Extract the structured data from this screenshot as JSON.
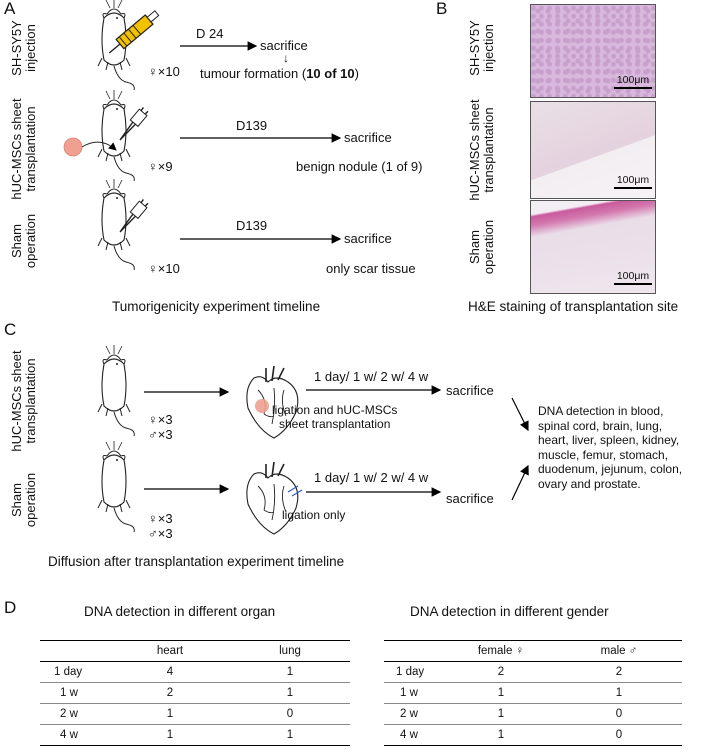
{
  "panels": {
    "a": "A",
    "b": "B",
    "c": "C",
    "d": "D"
  },
  "panel_a": {
    "groups": [
      {
        "label_line1": "SH-SY5Y",
        "label_line2": "injection",
        "day": "D 24",
        "endpoint": "sacrifice",
        "n": "♀×10",
        "outcome_pre": "tumour formation (",
        "outcome_bold": "10 of 10",
        "outcome_post": ")"
      },
      {
        "label_line1": "hUC-MSCs sheet",
        "label_line2": "transplantation",
        "day": "D139",
        "endpoint": "sacrifice",
        "n": "♀×9",
        "outcome": "benign nodule (1 of 9)"
      },
      {
        "label_line1": "Sham",
        "label_line2": "operation",
        "day": "D139",
        "endpoint": "sacrifice",
        "n": "♀×10",
        "outcome": "only scar tissue"
      }
    ],
    "arrow_down": "↓",
    "caption": "Tumorigenicity experiment timeline"
  },
  "panel_b": {
    "rows": [
      {
        "label_line1": "SH-SY5Y",
        "label_line2": "injection",
        "scale": "100μm"
      },
      {
        "label_line1": "hUC-MSCs sheet",
        "label_line2": "transplantation",
        "scale": "100μm"
      },
      {
        "label_line1": "Sham",
        "label_line2": "operation",
        "scale": "100μm"
      }
    ],
    "caption": "H&E staining of transplantation site"
  },
  "panel_c": {
    "groups": [
      {
        "label_line1": "hUC-MSCs sheet",
        "label_line2": "transplantation",
        "female": "♀×3",
        "male": "♂×3",
        "procedure_line1": "ligation and hUC-MSCs",
        "procedure_line2": "sheet transplantation",
        "timepoints": "1 day/ 1 w/ 2 w/ 4 w",
        "endpoint": "sacrifice"
      },
      {
        "label_line1": "Sham",
        "label_line2": "operation",
        "female": "♀×3",
        "male": "♂×3",
        "procedure_line1": "ligation only",
        "timepoints": "1 day/ 1 w/ 2 w/ 4 w",
        "endpoint": "sacrifice"
      }
    ],
    "detection_lines": [
      "DNA detection in blood,",
      "spinal cord, brain, lung,",
      "heart, liver, spleen, kidney,",
      "muscle, femur, stomach,",
      "duodenum, jejunum, colon,",
      "ovary and prostate."
    ],
    "caption": "Diffusion after transplantation experiment timeline"
  },
  "panel_d": {
    "organ_table": {
      "title": "DNA detection in different organ",
      "headers": [
        "",
        "heart",
        "lung"
      ],
      "rows": [
        [
          "1 day",
          "4",
          "1"
        ],
        [
          "1 w",
          "2",
          "1"
        ],
        [
          "2 w",
          "1",
          "0"
        ],
        [
          "4 w",
          "1",
          "1"
        ]
      ]
    },
    "gender_table": {
      "title": "DNA detection in different gender",
      "headers": [
        "",
        "female ♀",
        "male ♂"
      ],
      "rows": [
        [
          "1 day",
          "2",
          "2"
        ],
        [
          "1 w",
          "1",
          "1"
        ],
        [
          "2 w",
          "1",
          "0"
        ],
        [
          "4 w",
          "1",
          "0"
        ]
      ]
    }
  },
  "colors": {
    "syringe_yellow": "#f2c200",
    "sheet_pink": "#f0a090",
    "he_pink": "#c890c0",
    "he_light": "#e6d4e4"
  }
}
